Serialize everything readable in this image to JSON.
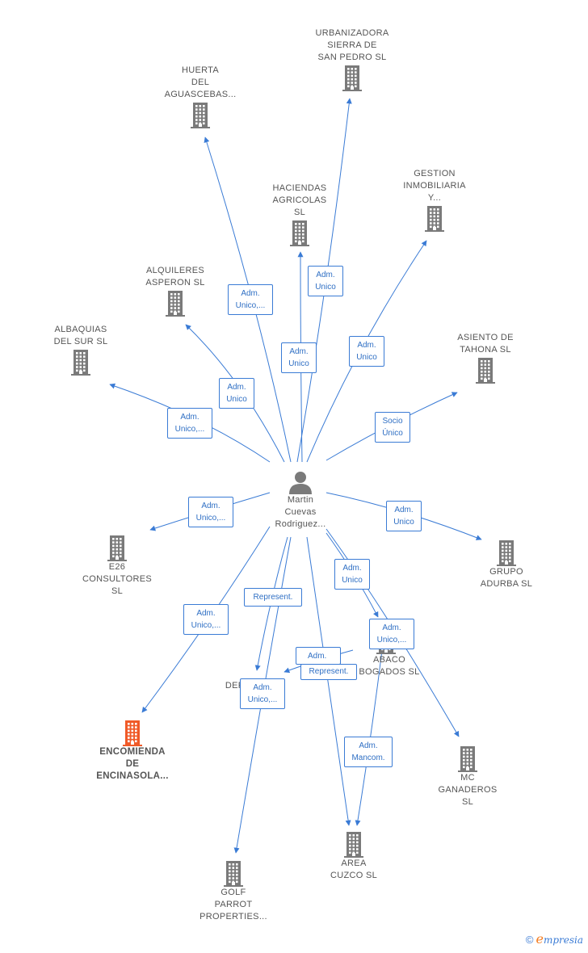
{
  "center": {
    "lines": [
      "Martin",
      "Cuevas",
      "Rodriguez..."
    ]
  },
  "companies": {
    "urbanizadora": {
      "lines": [
        "URBANIZADORA",
        "SIERRA DE",
        "SAN PEDRO SL"
      ]
    },
    "huerta": {
      "lines": [
        "HUERTA",
        "DEL",
        "AGUASCEBAS..."
      ]
    },
    "haciendas": {
      "lines": [
        "HACIENDAS",
        "AGRICOLAS",
        "SL"
      ]
    },
    "gestion": {
      "lines": [
        "GESTION",
        "INMOBILIARIA",
        "Y..."
      ]
    },
    "alquileres": {
      "lines": [
        "ALQUILERES",
        "ASPERON  SL"
      ]
    },
    "albaquias": {
      "lines": [
        "ALBAQUIAS",
        "DEL SUR  SL"
      ]
    },
    "asiento": {
      "lines": [
        "ASIENTO DE",
        "TAHONA  SL"
      ]
    },
    "e26": {
      "lines": [
        "E26",
        "CONSULTORES",
        "SL"
      ]
    },
    "grupo": {
      "lines": [
        "GRUPO",
        "ADURBA SL"
      ]
    },
    "abaco": {
      "lines": [
        "ABACO",
        "BOGADOS SL"
      ]
    },
    "defensia": {
      "lines": [
        "DEFENSIA SL"
      ]
    },
    "encomienda": {
      "lines": [
        "ENCOMIENDA",
        "DE",
        "ENCINASOLA..."
      ]
    },
    "mc": {
      "lines": [
        "MC",
        "GANADEROS",
        "SL"
      ]
    },
    "area": {
      "lines": [
        "AREA",
        "CUZCO SL"
      ]
    },
    "golf": {
      "lines": [
        "GOLF",
        "PARROT",
        "PROPERTIES..."
      ]
    }
  },
  "edge_labels": {
    "huerta": [
      "Adm.",
      "Unico,..."
    ],
    "urbanizadora": [
      "Adm.",
      "Unico"
    ],
    "haciendas": [
      "Adm.",
      "Unico"
    ],
    "gestion": [
      "Adm.",
      "Unico"
    ],
    "alquileres": [
      "Adm.",
      "Unico"
    ],
    "albaquias": [
      "Adm.",
      "Unico,..."
    ],
    "asiento": [
      "Socio",
      "Único"
    ],
    "e26": [
      "Adm.",
      "Unico,..."
    ],
    "grupo": [
      "Adm.",
      "Unico"
    ],
    "abaco_unico": [
      "Adm.",
      "Unico"
    ],
    "abaco_unico2": [
      "Adm.",
      "Unico,..."
    ],
    "defensia_rep": [
      "Represent."
    ],
    "defensia_adm": [
      "Adm."
    ],
    "defensia_rep2": [
      "Represent."
    ],
    "defensia_unico": [
      "Adm.",
      "Unico,..."
    ],
    "encomienda": [
      "Adm.",
      "Unico,..."
    ],
    "area": [
      "Adm.",
      "Mancom."
    ]
  },
  "colors": {
    "edge": "#3a7bd5",
    "building": "#7a7a7a",
    "building_highlight": "#f05a28",
    "person": "#7a7a7a"
  },
  "brand": {
    "copyright": "©",
    "initial": "e",
    "rest": "mpresia"
  }
}
